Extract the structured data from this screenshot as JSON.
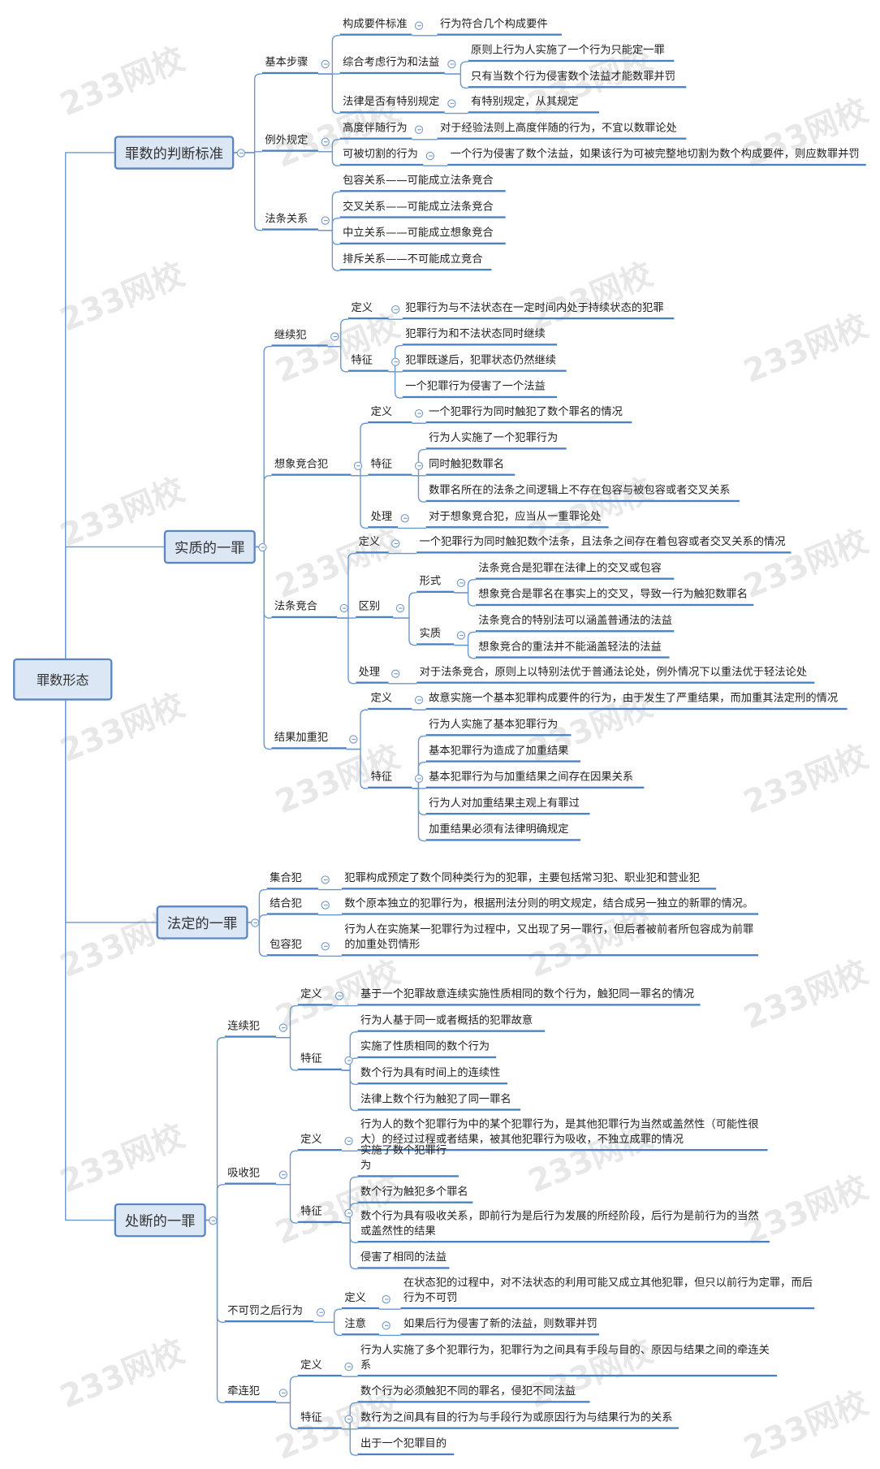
{
  "watermark": "233网校",
  "root": "罪数形态",
  "branches": [
    {
      "label": "罪数的判断标准",
      "c": [
        {
          "label": "基本步骤",
          "c": [
            {
              "label": "构成要件标准",
              "c": [
                "行为符合几个构成要件"
              ]
            },
            {
              "label": "综合考虑行为和法益",
              "c": [
                "原则上行为人实施了一个行为只能定一罪",
                "只有当数个行为侵害数个法益才能数罪并罚"
              ]
            },
            {
              "label": "法律是否有特别规定",
              "c": [
                "有特别规定，从其规定"
              ]
            }
          ]
        },
        {
          "label": "例外规定",
          "c": [
            {
              "label": "高度伴随行为",
              "c": [
                "对于经验法则上高度伴随的行为，不宜以数罪论处"
              ]
            },
            {
              "label": "可被切割的行为",
              "c": [
                "一个行为侵害了数个法益，如果该行为可被完整地切割为数个构成要件，则应数罪并罚"
              ]
            }
          ]
        },
        {
          "label": "法条关系",
          "c": [
            "包容关系——可能成立法条竞合",
            "交叉关系——可能成立法条竞合",
            "中立关系——可能成立想象竞合",
            "排斥关系——不可能成立竞合"
          ]
        }
      ]
    },
    {
      "label": "实质的一罪",
      "c": [
        {
          "label": "继续犯",
          "c": [
            {
              "label": "定义",
              "c": [
                "犯罪行为与不法状态在一定时间内处于持续状态的犯罪"
              ]
            },
            {
              "label": "特征",
              "c": [
                "犯罪行为和不法状态同时继续",
                "犯罪既遂后，犯罪状态仍然继续",
                "一个犯罪行为侵害了一个法益"
              ]
            }
          ]
        },
        {
          "label": "想象竞合犯",
          "c": [
            {
              "label": "定义",
              "c": [
                "一个犯罪行为同时触犯了数个罪名的情况"
              ]
            },
            {
              "label": "特征",
              "c": [
                "行为人实施了一个犯罪行为",
                "同时触犯数罪名",
                "数罪名所在的法条之间逻辑上不存在包容与被包容或者交叉关系"
              ]
            },
            {
              "label": "处理",
              "c": [
                "对于想象竞合犯，应当从一重罪论处"
              ]
            }
          ]
        },
        {
          "label": "法条竞合",
          "c": [
            {
              "label": "定义",
              "c": [
                "一个犯罪行为同时触犯数个法条，且法条之间存在着包容或者交叉关系的情况"
              ]
            },
            {
              "label": "区别",
              "c": [
                {
                  "label": "形式",
                  "c": [
                    "法条竞合是犯罪在法律上的交叉或包容",
                    "想象竞合是罪名在事实上的交叉，导致一行为触犯数罪名"
                  ]
                },
                {
                  "label": "实质",
                  "c": [
                    "法条竞合的特别法可以涵盖普通法的法益",
                    "想象竞合的重法并不能涵盖轻法的法益"
                  ]
                }
              ]
            },
            {
              "label": "处理",
              "c": [
                "对于法条竞合，原则上以特别法优于普通法论处，例外情况下以重法优于轻法论处"
              ]
            }
          ]
        },
        {
          "label": "结果加重犯",
          "c": [
            {
              "label": "定义",
              "c": [
                "故意实施一个基本犯罪构成要件的行为，由于发生了严重结果，而加重其法定刑的情况"
              ]
            },
            {
              "label": "特征",
              "c": [
                "行为人实施了基本犯罪行为",
                "基本犯罪行为造成了加重结果",
                "基本犯罪行为与加重结果之间存在因果关系",
                "行为人对加重结果主观上有罪过",
                "加重结果必须有法律明确规定"
              ]
            }
          ]
        }
      ]
    },
    {
      "label": "法定的一罪",
      "c": [
        {
          "label": "集合犯",
          "c": [
            "犯罪构成预定了数个同种类行为的犯罪，主要包括常习犯、职业犯和营业犯"
          ]
        },
        {
          "label": "结合犯",
          "c": [
            "数个原本独立的犯罪行为，根据刑法分则的明文规定，结合成另一独立的新罪的情况。"
          ]
        },
        {
          "label": "包容犯",
          "c": [
            "行为人在实施某一犯罪行为过程中，又出现了另一罪行，但后者被前者所包容成为前罪的加重处罚情形"
          ]
        }
      ]
    },
    {
      "label": "处断的一罪",
      "c": [
        {
          "label": "连续犯",
          "c": [
            {
              "label": "定义",
              "c": [
                "基于一个犯罪故意连续实施性质相同的数个行为，触犯同一罪名的情况"
              ]
            },
            {
              "label": "特征",
              "c": [
                "行为人基于同一或者概括的犯罪故意",
                "实施了性质相同的数个行为",
                "数个行为具有时间上的连续性",
                "法律上数个行为触犯了同一罪名"
              ]
            }
          ]
        },
        {
          "label": "吸收犯",
          "c": [
            {
              "label": "定义",
              "c": [
                "行为人的数个犯罪行为中的某个犯罪行为，是其他犯罪行为当然或盖然性（可能性很大）的经过过程或者结果，被其他犯罪行为吸收，不独立成罪的情况"
              ]
            },
            {
              "label": "特征",
              "c": [
                "实施了数个犯罪行为",
                "数个行为触犯多个罪名",
                "数个行为具有吸收关系，即前行为是后行为发展的所经阶段，后行为是前行为的当然或盖然性的结果",
                "侵害了相同的法益"
              ]
            }
          ]
        },
        {
          "label": "不可罚之后行为",
          "c": [
            {
              "label": "定义",
              "c": [
                "在状态犯的过程中，对不法状态的利用可能又成立其他犯罪，但只以前行为定罪，而后行为不可罚"
              ]
            },
            {
              "label": "注意",
              "c": [
                "如果后行为侵害了新的法益，则数罪并罚"
              ]
            }
          ]
        },
        {
          "label": "牵连犯",
          "c": [
            {
              "label": "定义",
              "c": [
                "行为人实施了多个犯罪行为，犯罪行为之间具有手段与目的、原因与结果之间的牵连关系"
              ]
            },
            {
              "label": "特征",
              "c": [
                "数个行为必须触犯不同的罪名，侵犯不同法益",
                "数行为之间具有目的行为与手段行为或原因行为与结果行为的关系",
                "出于一个犯罪目的"
              ]
            }
          ]
        }
      ]
    }
  ]
}
